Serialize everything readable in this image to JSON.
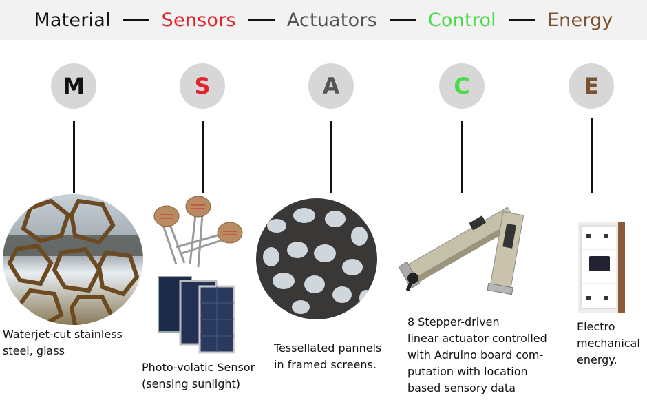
{
  "header": {
    "items": [
      {
        "label": "Material",
        "color": "#111111"
      },
      {
        "label": "Sensors",
        "color": "#e0242a"
      },
      {
        "label": "Actuators",
        "color": "#555555"
      },
      {
        "label": "Control",
        "color": "#4cd94c"
      },
      {
        "label": "Energy",
        "color": "#7a5230"
      }
    ]
  },
  "columns": [
    {
      "letter": "M",
      "color": "#111111",
      "caption": "Waterjet-cut stainless\n steel, glass",
      "image": "stainless-steel-screen-icon"
    },
    {
      "letter": "S",
      "color": "#e0242a",
      "caption": "Photo-volatic Sensor\n(sensing sunlight)",
      "image": "photoresistor-and-solar-panel-icon"
    },
    {
      "letter": "A",
      "color": "#555555",
      "caption": "Tessellated pannels\nin framed screens.",
      "image": "tessellated-panel-icon"
    },
    {
      "letter": "C",
      "color": "#4cd94c",
      "caption": "8 Stepper-driven\nlinear actuator controlled\nwith Adruino board com-\nputation with location\nbased sensory data",
      "image": "linear-actuator-icon"
    },
    {
      "letter": "E",
      "color": "#7a5230",
      "caption": "Electro\nmechanical\nenergy.",
      "image": "circuit-breaker-icon"
    }
  ]
}
